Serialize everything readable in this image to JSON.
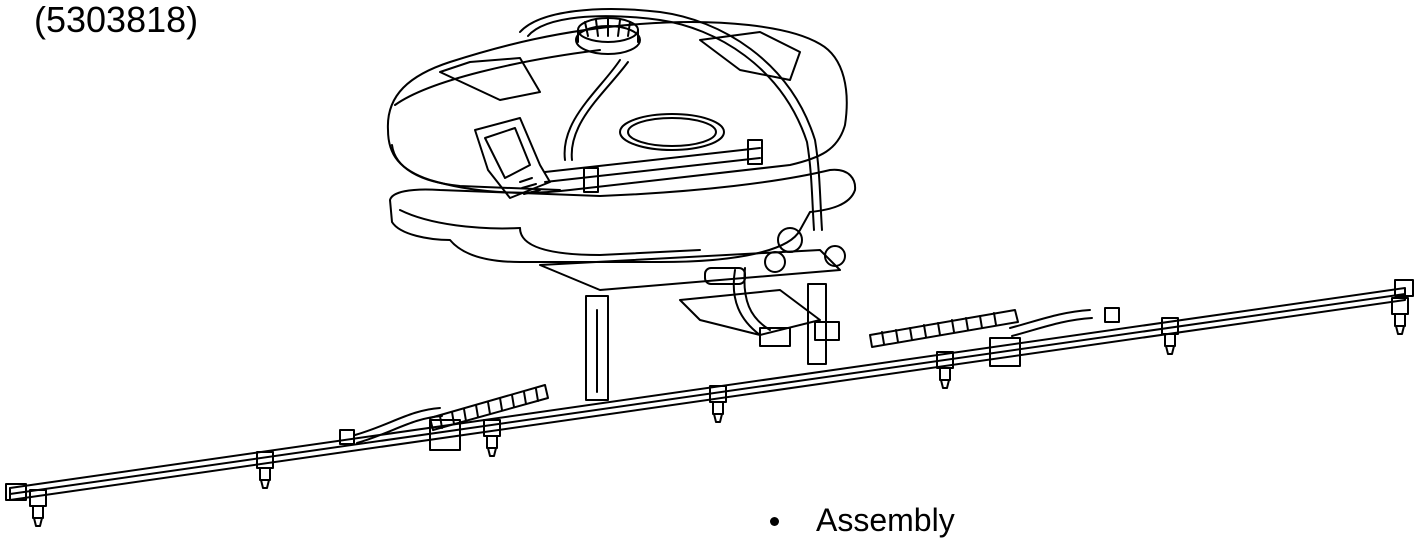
{
  "part_number": "(5303818)",
  "bullet_items": [
    "Assembly"
  ],
  "illustration": {
    "subject": "sprayer tank with boom assembly",
    "line_color": "#000000",
    "background": "#ffffff"
  }
}
